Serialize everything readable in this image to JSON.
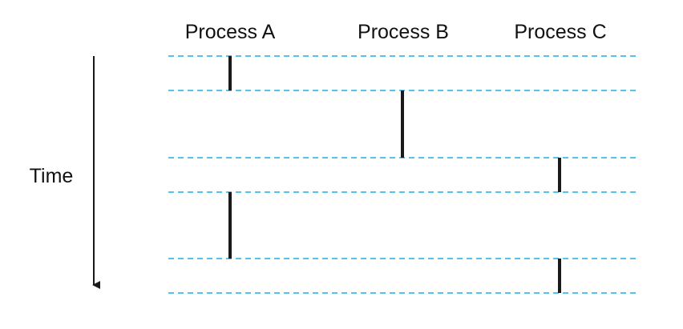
{
  "diagram": {
    "time_label": "Time",
    "processes": [
      {
        "id": "A",
        "label": "Process A"
      },
      {
        "id": "B",
        "label": "Process B"
      },
      {
        "id": "C",
        "label": "Process C"
      }
    ],
    "segments": [
      {
        "process": "A",
        "from": 0,
        "to": 1
      },
      {
        "process": "B",
        "from": 1,
        "to": 2
      },
      {
        "process": "C",
        "from": 2,
        "to": 3
      },
      {
        "process": "A",
        "from": 3,
        "to": 4
      },
      {
        "process": "C",
        "from": 4,
        "to": 5
      }
    ],
    "colors": {
      "dashed_line": "#29abe2",
      "segment": "#1a1a1a",
      "axis": "#1a1a1a",
      "text": "#111111"
    }
  }
}
